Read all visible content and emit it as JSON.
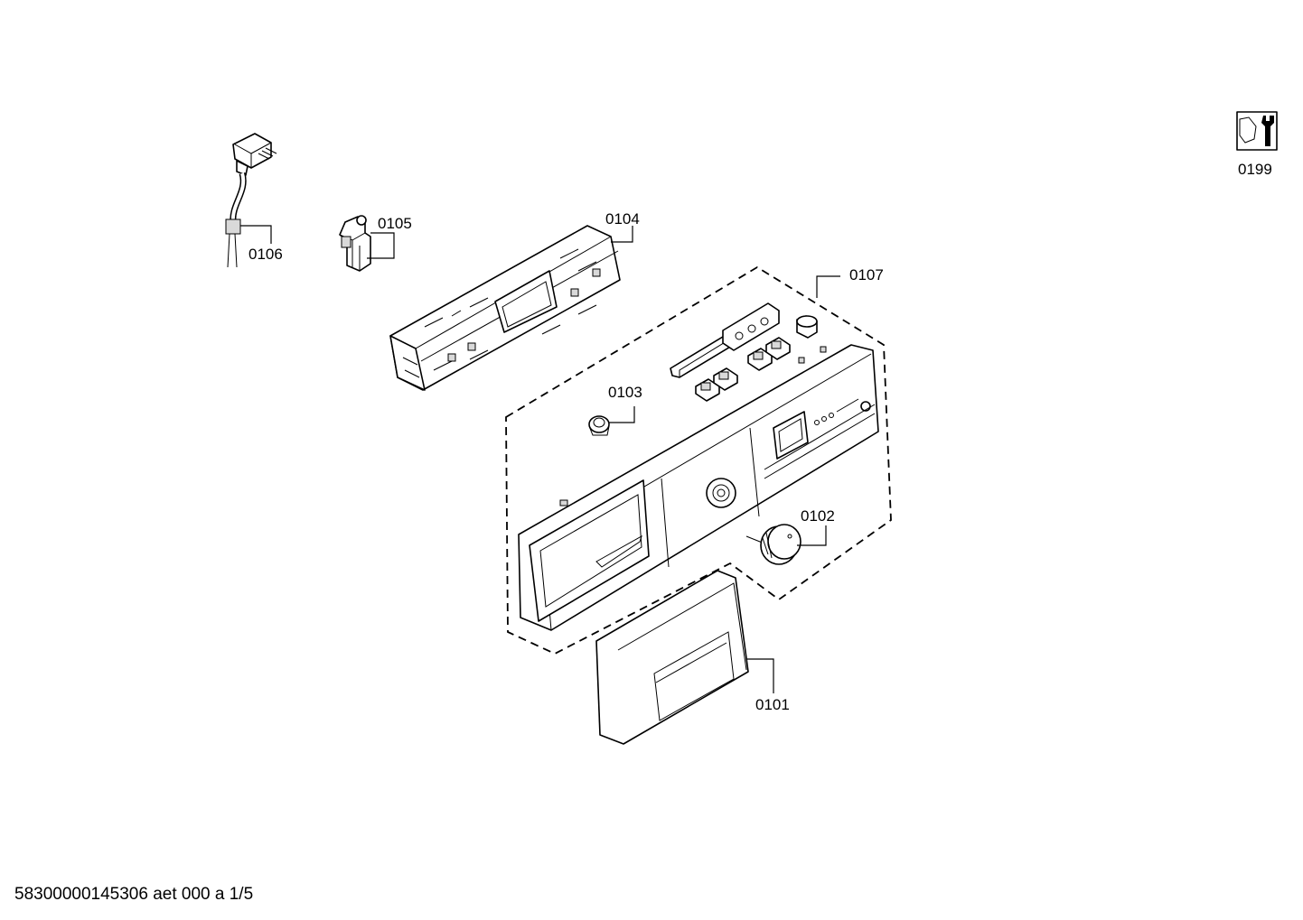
{
  "parts": {
    "p0101": "0101",
    "p0102": "0102",
    "p0103": "0103",
    "p0104": "0104",
    "p0105": "0105",
    "p0106": "0106",
    "p0107": "0107",
    "p0199": "0199"
  },
  "footer": "58300000145306 aet 000 a 1/5"
}
